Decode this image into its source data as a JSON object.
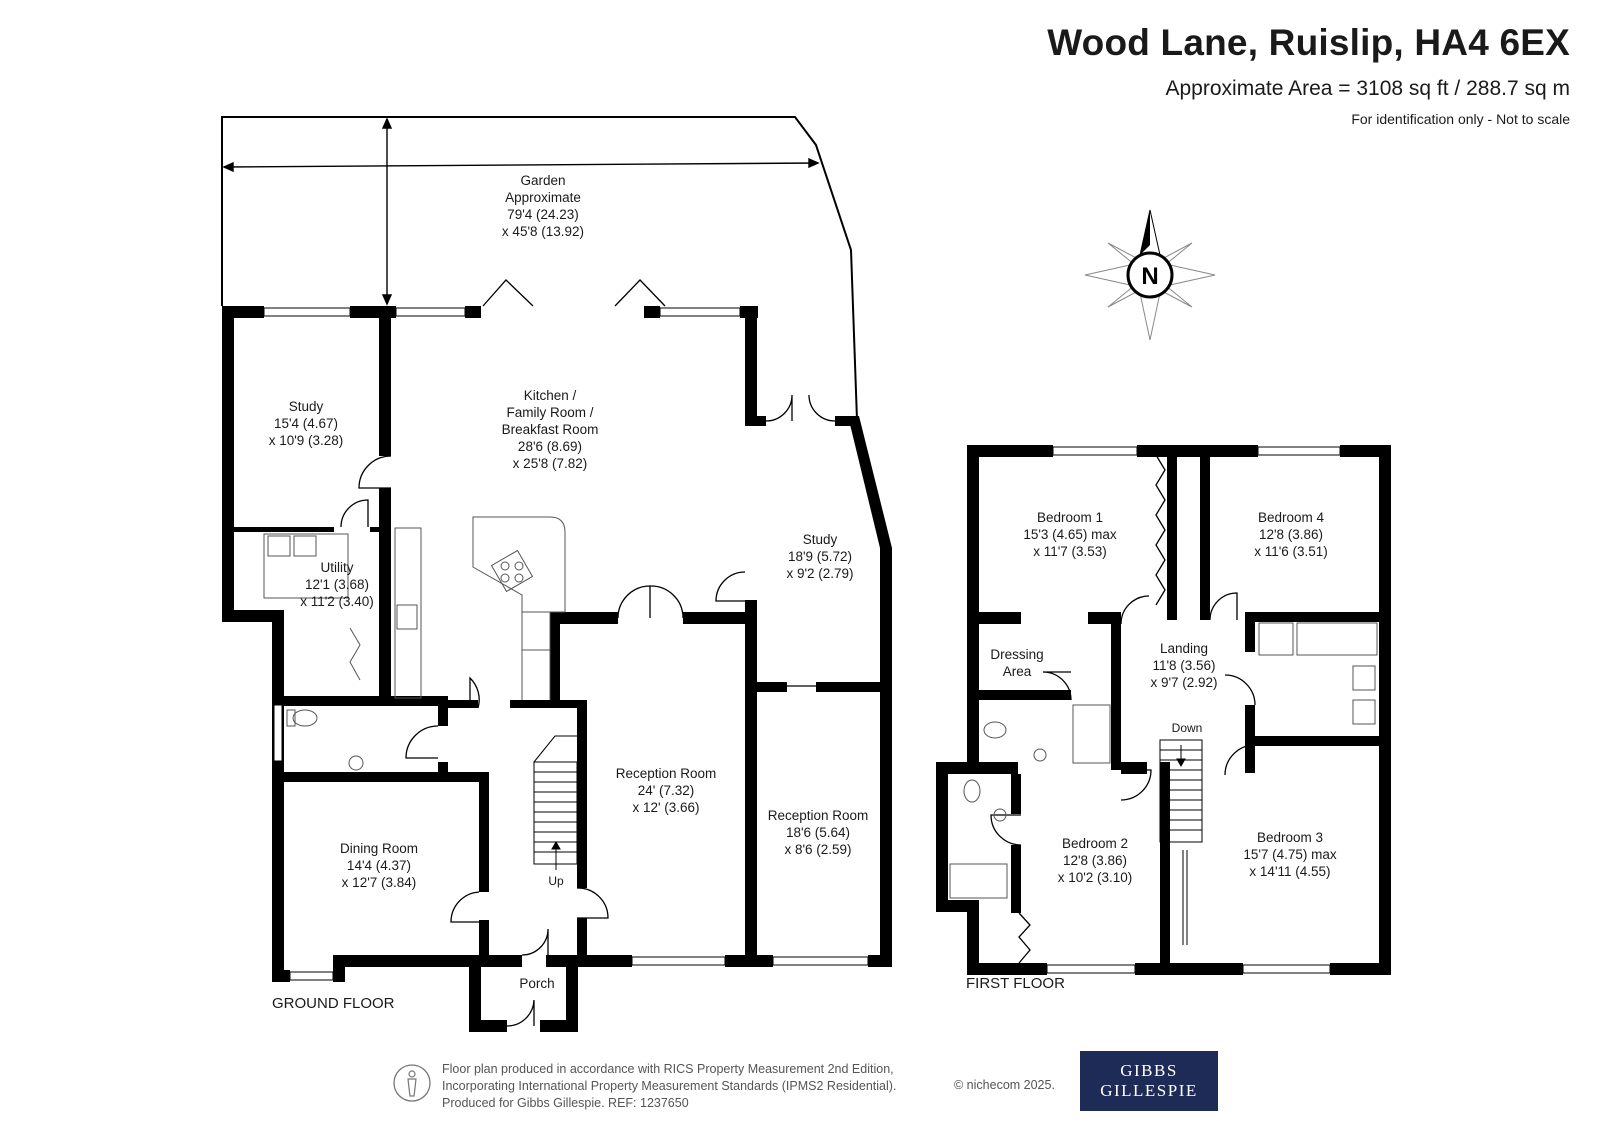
{
  "header": {
    "title": "Wood Lane, Ruislip, HA4 6EX",
    "area": "Approximate Area = 3108 sq ft / 288.7 sq m",
    "disclaimer": "For identification only - Not to scale"
  },
  "compass": {
    "label": "N"
  },
  "ground_floor": {
    "label": "GROUND FLOOR",
    "rooms": {
      "garden": {
        "name": "Garden",
        "line2": "Approximate",
        "line3": "79'4 (24.23)",
        "line4": "x 45'8 (13.92)"
      },
      "study1": {
        "name": "Study",
        "line2": "15'4 (4.67)",
        "line3": "x 10'9 (3.28)"
      },
      "kitchen": {
        "name": "Kitchen /",
        "line2": "Family Room /",
        "line3": "Breakfast Room",
        "line4": "28'6 (8.69)",
        "line5": "x 25'8 (7.82)"
      },
      "study2": {
        "name": "Study",
        "line2": "18'9 (5.72)",
        "line3": "x 9'2 (2.79)"
      },
      "utility": {
        "name": "Utility",
        "line2": "12'1 (3.68)",
        "line3": "x 11'2 (3.40)"
      },
      "reception1": {
        "name": "Reception Room",
        "line2": "24' (7.32)",
        "line3": "x 12' (3.66)"
      },
      "reception2": {
        "name": "Reception Room",
        "line2": "18'6 (5.64)",
        "line3": "x 8'6 (2.59)"
      },
      "dining": {
        "name": "Dining Room",
        "line2": "14'4 (4.37)",
        "line3": "x 12'7 (3.84)"
      },
      "porch": {
        "name": "Porch"
      }
    },
    "stairs_label": "Up"
  },
  "first_floor": {
    "label": "FIRST FLOOR",
    "rooms": {
      "bedroom1": {
        "name": "Bedroom 1",
        "line2": "15'3 (4.65) max",
        "line3": "x 11'7 (3.53)"
      },
      "bedroom4": {
        "name": "Bedroom 4",
        "line2": "12'8 (3.86)",
        "line3": "x 11'6 (3.51)"
      },
      "dressing": {
        "name": "Dressing",
        "line2": "Area"
      },
      "landing": {
        "name": "Landing",
        "line2": "11'8 (3.56)",
        "line3": "x 9'7 (2.92)"
      },
      "bedroom2": {
        "name": "Bedroom 2",
        "line2": "12'8 (3.86)",
        "line3": "x 10'2 (3.10)"
      },
      "bedroom3": {
        "name": "Bedroom 3",
        "line2": "15'7 (4.75) max",
        "line3": "x 14'11 (4.55)"
      }
    },
    "stairs_label": "Down"
  },
  "footer": {
    "line1": "Floor plan produced in accordance with RICS Property Measurement 2nd Edition,",
    "line2": "Incorporating International Property Measurement Standards (IPMS2 Residential).",
    "line3": "Produced for Gibbs Gillespie.   REF:  1237650",
    "copyright": "© nichecom 2025.",
    "logo_line1": "GIBBS",
    "logo_line2": "GILLESPIE"
  },
  "colors": {
    "wall": "#000000",
    "logo_bg": "#1f2b57",
    "text": "#1a1a1a"
  }
}
